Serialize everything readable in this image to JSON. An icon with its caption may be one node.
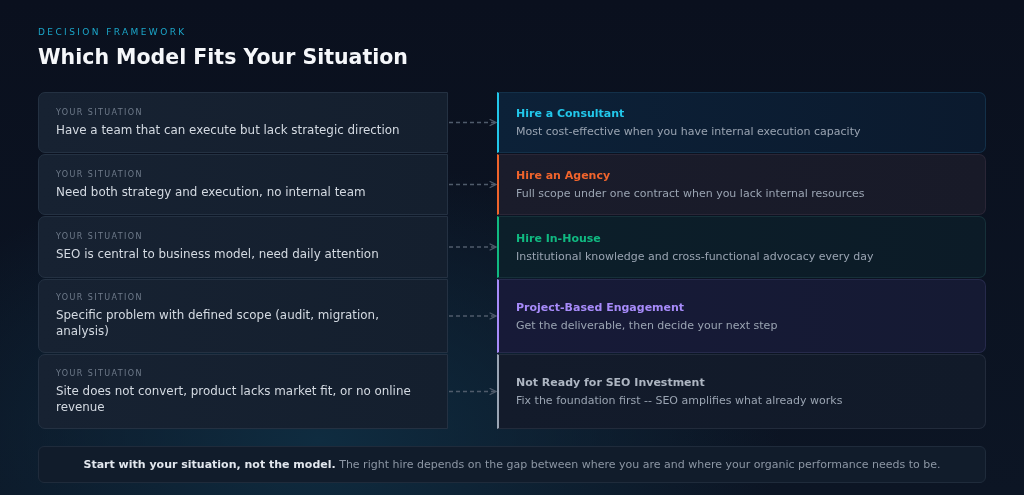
{
  "diagram": {
    "title": "Which Model Fits Your Situation",
    "nodes": [
      {
        "text": [
          "YOUR SITUATION",
          "Have a team that can execute but lack strategic direction"
        ]
      },
      {
        "text": [
          "Hire a Consultant",
          "Most cost-effective when you have internal execution capacity"
        ]
      },
      {
        "text": [
          "YOUR SITUATION",
          "Need both strategy and execution, no internal team"
        ]
      },
      {
        "text": [
          "Hire an Agency",
          "Full scope under one contract when you lack internal resources"
        ]
      },
      {
        "text": [
          "YOUR SITUATION",
          "SEO is central to business model, need daily attention"
        ]
      },
      {
        "text": [
          "Hire In-House",
          "Institutional knowledge and cross-functional advocacy every day"
        ]
      },
      {
        "text": [
          "YOUR SITUATION",
          "Specific problem with defined scope (audit, migration, analysis)"
        ]
      },
      {
        "text": [
          "Project-Based Engagement",
          "Get the deliverable, then decide your next step"
        ]
      },
      {
        "text": [
          "YOUR SITUATION",
          "Site does not convert, product lacks market fit, or no online revenue"
        ]
      },
      {
        "text": [
          "Not Ready for SEO Investment",
          "Fix the foundation first -- SEO amplifies what already works"
        ]
      },
      {
        "text": [
          "**Start with your situation, not the model.** The right hire depends on the gap between where you are and where your organic performance needs to be."
        ]
      }
    ],
    "edges": [
      {
        "from": 0,
        "to": 1,
        "arrow": "to",
        "style": "dashed"
      },
      {
        "from": 2,
        "to": 3,
        "arrow": "to",
        "style": "dashed"
      },
      {
        "from": 4,
        "to": 5,
        "arrow": "to",
        "style": "dashed"
      },
      {
        "from": 6,
        "to": 7,
        "arrow": "to",
        "style": "dashed"
      },
      {
        "from": 8,
        "to": 9,
        "arrow": "to",
        "style": "dashed"
      }
    ],
    "labels": [
      "DECISION FRAMEWORK"
    ]
  }
}
